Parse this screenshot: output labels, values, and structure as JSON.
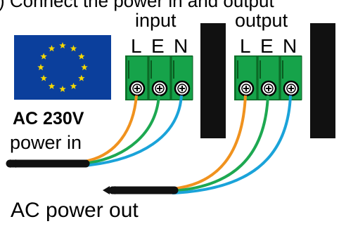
{
  "top_fragment": ") Connect the power in and output",
  "flag": {
    "name": "EU flag",
    "color": "#0b3f9c",
    "star_color": "#f5d800"
  },
  "input": {
    "label": "input",
    "terminals": [
      "L",
      "E",
      "N"
    ]
  },
  "output": {
    "label": "output",
    "terminals": [
      "L",
      "E",
      "N"
    ]
  },
  "power_in": {
    "line1": "AC 230V",
    "line2": "power in"
  },
  "power_out": {
    "label": "AC power out"
  },
  "wire_colors": {
    "L": "#f0921e",
    "E": "#1da851",
    "N": "#1aa3d9"
  },
  "terminal_color": "#16a34a"
}
